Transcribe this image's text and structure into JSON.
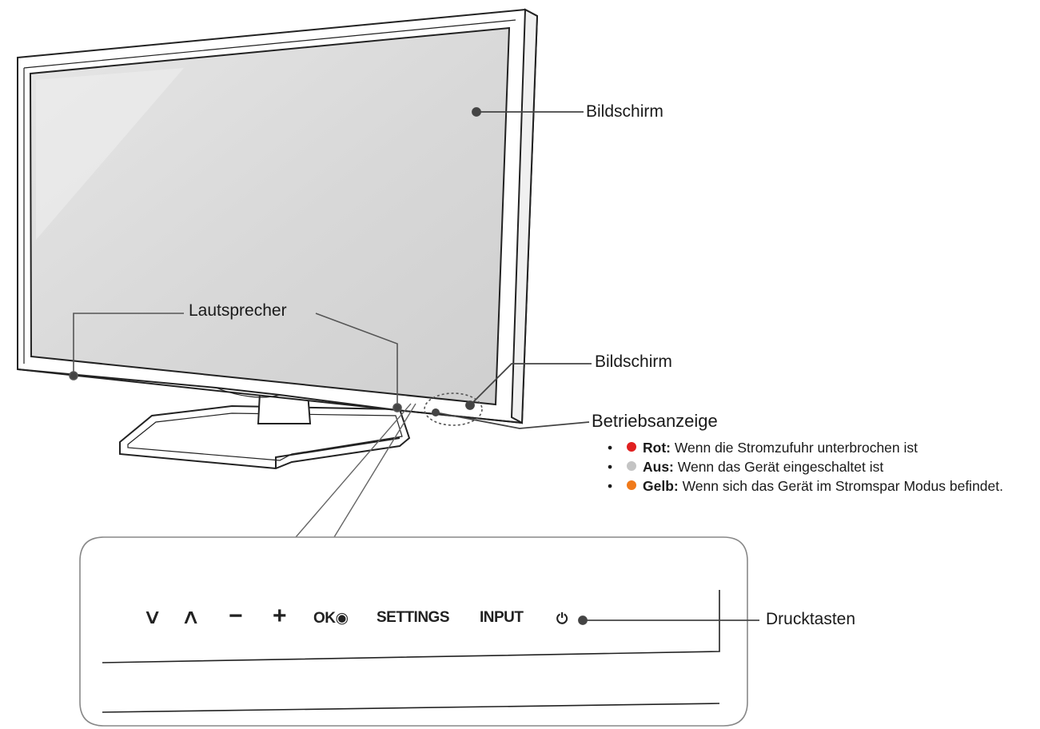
{
  "labels": {
    "screen_top": "Bildschirm",
    "speaker": "Lautsprecher",
    "screen_second": "Bildschirm",
    "power_indicator": "Betriebsanzeige",
    "buttons": "Drucktasten"
  },
  "indicator_states": [
    {
      "color": "#e02020",
      "name": "Rot:",
      "text": "Wenn die Stromzufuhr unterbrochen ist"
    },
    {
      "color": "#c4c4c4",
      "name": "Aus:",
      "text": "Wenn das Gerät eingeschaltet ist"
    },
    {
      "color": "#f07a1a",
      "name": "Gelb:",
      "text": "Wenn sich das Gerät im Stromspar Modus befindet."
    }
  ],
  "keys": {
    "down": "∨",
    "up": "∧",
    "minus": "−",
    "plus": "+",
    "ok": "OK◉",
    "settings": "SETTINGS",
    "input": "INPUT",
    "power": "⏻"
  },
  "bullet": "•"
}
